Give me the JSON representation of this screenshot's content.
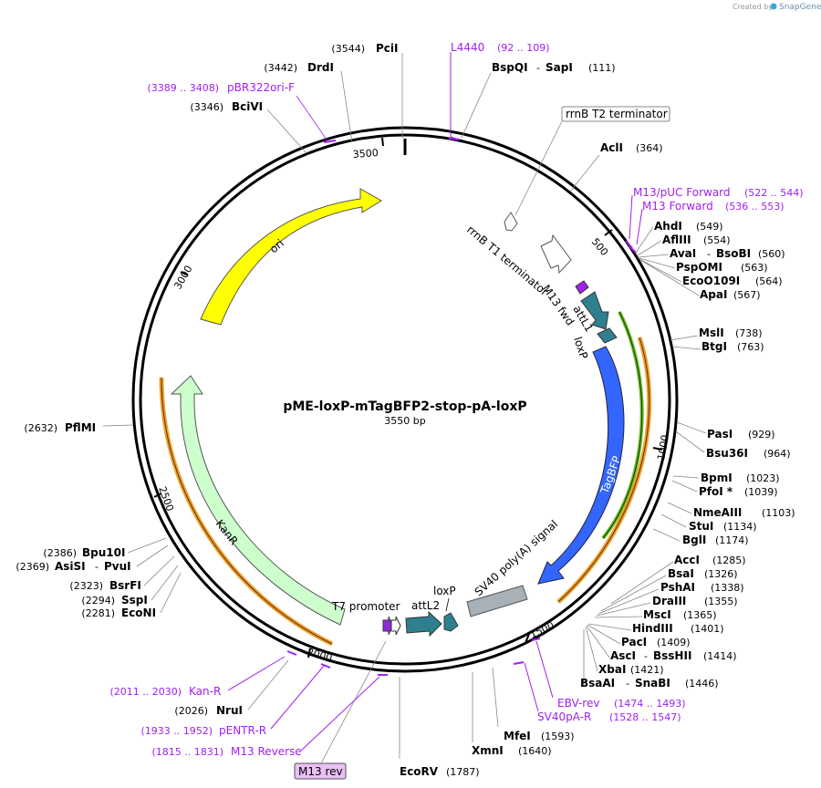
{
  "credit": {
    "prefix": "Created by",
    "brand": "SnapGene"
  },
  "plasmid": {
    "name": "pME-loxP-mTagBFP2-stop-pA-loxP",
    "length_label": "3550 bp"
  },
  "scale_ticks": [
    "500",
    "1000",
    "1500",
    "2000",
    "2500",
    "3000",
    "3500"
  ],
  "features": {
    "ori": "ori",
    "kanr": "KanR",
    "tagbfp": "TagBFP",
    "sv40": "SV40 poly(A) signal",
    "t7": "T7 promoter",
    "attl2": "attL2",
    "loxp_bottom": "loxP",
    "rrnb_t1": "rrnB T1 terminator",
    "rrnb_t2": "rrnB T2 terminator",
    "m13fwd": "M13 fwd",
    "attl1": "attL1",
    "loxp_top": "loxP"
  },
  "colors": {
    "ori": "#ffff00",
    "kanr": "#ccffcc",
    "tagbfp": "#3366ff",
    "teal": "#2e8090",
    "sv40": "#a8b0b8",
    "primer": "#a020f0",
    "orange_bar": "#f0a030",
    "green_bar": "#66bb22"
  },
  "sites": [
    {
      "pos": "(3544)",
      "name": "PciI"
    },
    {
      "pos": "(3442)",
      "name": "DrdI"
    },
    {
      "pos": "(3346)",
      "name": "BciVI"
    },
    {
      "name": "BspQI",
      "name2": "SapI",
      "pos": "(111)"
    },
    {
      "name": "AclI",
      "pos": "(364)"
    },
    {
      "name": "AhdI",
      "pos": "(549)"
    },
    {
      "name": "AflIII",
      "pos": "(554)"
    },
    {
      "name": "AvaI",
      "name2": "BsoBI",
      "pos": "(560)"
    },
    {
      "name": "PspOMI",
      "pos": "(563)"
    },
    {
      "name": "EcoO109I",
      "pos": "(564)"
    },
    {
      "name": "ApaI",
      "pos": "(567)"
    },
    {
      "name": "MslI",
      "pos": "(738)"
    },
    {
      "name": "BtgI",
      "pos": "(763)"
    },
    {
      "name": "PasI",
      "pos": "(929)"
    },
    {
      "name": "Bsu36I",
      "pos": "(964)"
    },
    {
      "name": "BpmI",
      "pos": "(1023)"
    },
    {
      "name": "PfoI *",
      "pos": "(1039)"
    },
    {
      "name": "NmeAIII",
      "pos": "(1103)"
    },
    {
      "name": "StuI",
      "pos": "(1134)"
    },
    {
      "name": "BglI",
      "pos": "(1174)"
    },
    {
      "name": "AccI",
      "pos": "(1285)"
    },
    {
      "name": "BsaI",
      "pos": "(1326)"
    },
    {
      "name": "PshAI",
      "pos": "(1338)"
    },
    {
      "name": "DraIII",
      "pos": "(1355)"
    },
    {
      "name": "MscI",
      "pos": "(1365)"
    },
    {
      "name": "HindIII",
      "pos": "(1401)"
    },
    {
      "name": "PacI",
      "pos": "(1409)"
    },
    {
      "name": "AscI",
      "name2": "BssHII",
      "pos": "(1414)"
    },
    {
      "name": "XbaI",
      "pos": "(1421)"
    },
    {
      "name": "BsaAI",
      "name2": "SnaBI",
      "pos": "(1446)"
    },
    {
      "name": "MfeI",
      "pos": "(1593)"
    },
    {
      "name": "XmnI",
      "pos": "(1640)"
    },
    {
      "name": "EcoRV",
      "pos": "(1787)"
    },
    {
      "name": "NruI",
      "pos": "(2026)"
    },
    {
      "name": "EcoNI",
      "pos": "(2281)"
    },
    {
      "name": "SspI",
      "pos": "(2294)"
    },
    {
      "name": "BsrFI",
      "pos": "(2323)"
    },
    {
      "name": "AsiSI",
      "name2": "PvuI",
      "pos": "(2369)"
    },
    {
      "name": "Bpu10I",
      "pos": "(2386)"
    },
    {
      "name": "PflMI",
      "pos": "(2632)"
    }
  ],
  "primers": [
    {
      "name": "L4440",
      "pos": "(92 .. 109)"
    },
    {
      "name": "pBR322ori-F",
      "pos": "(3389 .. 3408)"
    },
    {
      "name": "M13/pUC Forward",
      "pos": "(522 .. 544)"
    },
    {
      "name": "M13 Forward",
      "pos": "(536 .. 553)"
    },
    {
      "name": "EBV-rev",
      "pos": "(1474 .. 1493)"
    },
    {
      "name": "SV40pA-R",
      "pos": "(1528 .. 1547)"
    },
    {
      "name": "Kan-R",
      "pos": "(2011 .. 2030)"
    },
    {
      "name": "pENTR-R",
      "pos": "(1933 .. 1952)"
    },
    {
      "name": "M13 Reverse",
      "pos": "(1815 .. 1831)"
    },
    {
      "name": "M13 rev"
    }
  ]
}
